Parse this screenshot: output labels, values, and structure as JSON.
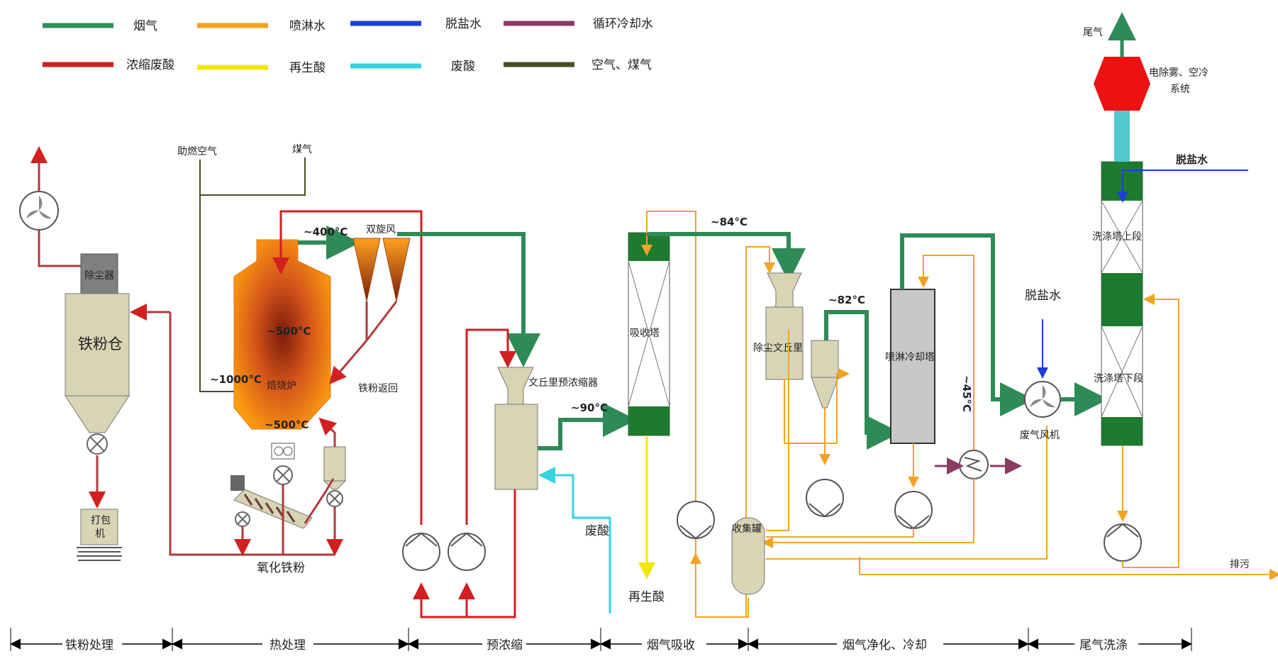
{
  "legend": {
    "flue_gas": "烟气",
    "spray_water": "喷淋水",
    "desalted_water": "脱盐水",
    "cooling_water": "循环冷却水",
    "conc_waste_acid": "浓缩废酸",
    "regen_acid": "再生酸",
    "waste_acid": "废酸",
    "air_gas": "空气、煤气"
  },
  "colors": {
    "flue_gas": "#2e8b57",
    "spray_water": "#f2a324",
    "desalted_water": "#1a3fd6",
    "cooling_water": "#8b3a62",
    "conc_waste_acid": "#d21f1f",
    "regen_acid": "#f5e60a",
    "waste_acid": "#36d3e0",
    "air_gas": "#4b4b2a",
    "equipment_fill": "#d8d5b5",
    "green_section": "#1e7a2e",
    "demister": "#ee1111"
  },
  "labels": {
    "tail_gas": "尾气",
    "demist_system_line1": "电除雾、空冷",
    "demist_system_line2": "系统",
    "desalted_water_top": "脱盐水",
    "desalted_water_mid": "脱盐水",
    "dust_collector": "除尘器",
    "iron_powder_bin": "铁粉仓",
    "packing_machine_1": "打包",
    "packing_machine_2": "机",
    "combustion_air": "助燃空气",
    "coal_gas": "煤气",
    "temp_400": "~400°C",
    "dual_cyclone": "双旋风",
    "temp_500_top": "~500°C",
    "temp_1000": "~1000°C",
    "roaster": "焙烧炉",
    "temp_500_bottom": "~500°C",
    "iron_return": "铁粉返回",
    "iron_oxide_powder": "氧化铁粉",
    "venturi_preconcentrator": "文丘里预浓缩器",
    "temp_90": "~90°C",
    "waste_acid": "废酸",
    "temp_84": "~84°C",
    "absorption_tower": "吸收塔",
    "regen_acid": "再生酸",
    "dust_venturi": "除尘文丘里",
    "temp_82": "~82°C",
    "spray_cooling_tower": "喷淋冷却塔",
    "temp_45": "~45°C",
    "collection_tank": "收集罐",
    "exhaust_fan": "废气风机",
    "scrubber_upper": "洗涤塔上段",
    "scrubber_lower": "洗涤塔下段",
    "discharge": "排污"
  },
  "stages": [
    "铁粉处理",
    "热处理",
    "预浓缩",
    "烟气吸收",
    "烟气净化、冷却",
    "尾气洗涤"
  ]
}
